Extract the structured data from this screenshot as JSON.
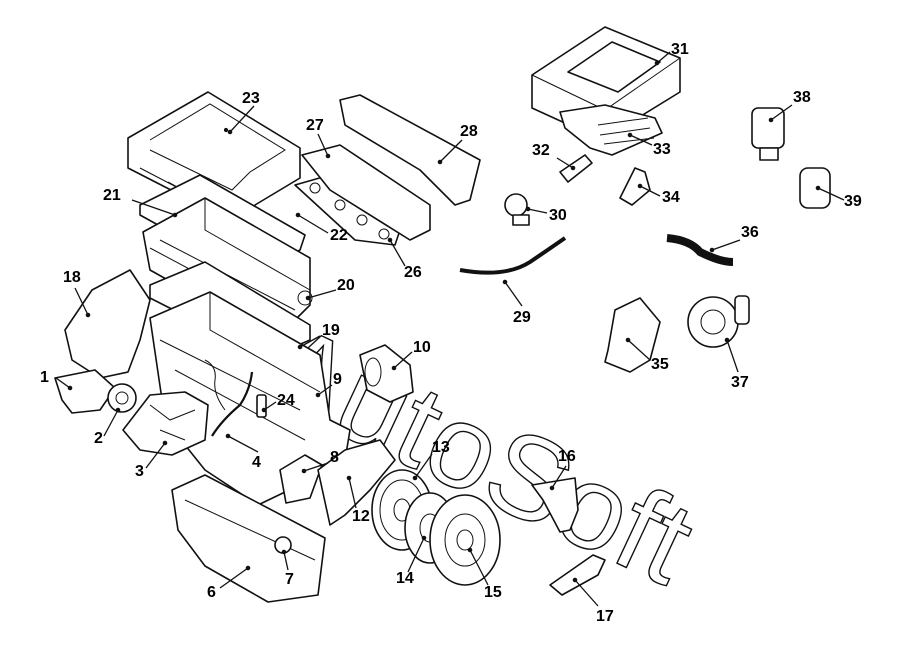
{
  "watermark": {
    "text": "AutoSoft"
  },
  "callouts": [
    {
      "label": "1",
      "part": "bracket-left"
    },
    {
      "label": "2",
      "part": "timing-pulley"
    },
    {
      "label": "3",
      "part": "injection-pump"
    },
    {
      "label": "4",
      "part": "injector-pipe"
    },
    {
      "label": "6",
      "part": "oil-sump"
    },
    {
      "label": "7",
      "part": "oil-drain-plug"
    },
    {
      "label": "8",
      "part": "engine-mount-bracket"
    },
    {
      "label": "9",
      "part": "engine-block"
    },
    {
      "label": "10",
      "part": "starter-motor"
    },
    {
      "label": "12",
      "part": "rear-cover-plate"
    },
    {
      "label": "13",
      "part": "flywheel"
    },
    {
      "label": "14",
      "part": "clutch-disc"
    },
    {
      "label": "15",
      "part": "clutch-pressure-plate"
    },
    {
      "label": "16",
      "part": "mounting-bracket"
    },
    {
      "label": "17",
      "part": "support-bracket"
    },
    {
      "label": "18",
      "part": "timing-cover"
    },
    {
      "label": "19",
      "part": "head-gasket"
    },
    {
      "label": "20",
      "part": "cylinder-head"
    },
    {
      "label": "21",
      "part": "rocker-cover-gasket"
    },
    {
      "label": "22",
      "part": "manifold-gasket"
    },
    {
      "label": "23",
      "part": "rocker-cover"
    },
    {
      "label": "24",
      "part": "sensor"
    },
    {
      "label": "26",
      "part": "manifold-gasket-2"
    },
    {
      "label": "27",
      "part": "exhaust-manifold"
    },
    {
      "label": "28",
      "part": "heat-shield"
    },
    {
      "label": "29",
      "part": "egr-pipe"
    },
    {
      "label": "30",
      "part": "egr-valve"
    },
    {
      "label": "31",
      "part": "intercooler"
    },
    {
      "label": "32",
      "part": "hose-clip"
    },
    {
      "label": "33",
      "part": "intake-hose"
    },
    {
      "label": "34",
      "part": "bracket-small"
    },
    {
      "label": "35",
      "part": "thermostat-housing"
    },
    {
      "label": "36",
      "part": "coolant-hose"
    },
    {
      "label": "37",
      "part": "vacuum-pump"
    },
    {
      "label": "38",
      "part": "fuel-filter-head"
    },
    {
      "label": "39",
      "part": "fuel-filter"
    }
  ]
}
